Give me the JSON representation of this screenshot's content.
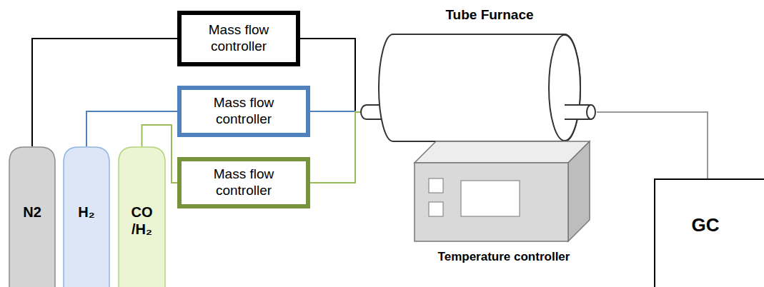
{
  "diagram": {
    "nodes": [
      {
        "text": [
          "Mass flow controller"
        ]
      },
      {
        "text": [
          "Mass flow controller"
        ]
      },
      {
        "text": [
          "Mass flow controller"
        ]
      },
      {
        "text": [
          "Tube Furnace"
        ]
      },
      {
        "text": [
          "Temperature controller"
        ]
      },
      {
        "text": [
          "GC"
        ]
      },
      {
        "text": [
          "N2"
        ]
      },
      {
        "text": [
          "H₂"
        ]
      },
      {
        "text": [
          "CO /H₂"
        ]
      }
    ],
    "edges": [
      {
        "from": 6,
        "to": 0,
        "arrow": "none"
      },
      {
        "from": 7,
        "to": 1,
        "arrow": "none"
      },
      {
        "from": 8,
        "to": 2,
        "arrow": "none"
      },
      {
        "from": 0,
        "to": 3,
        "arrow": "none"
      },
      {
        "from": 1,
        "to": 3,
        "arrow": "none"
      },
      {
        "from": 2,
        "to": 3,
        "arrow": "none"
      },
      {
        "from": 3,
        "to": 5,
        "arrow": "none"
      }
    ]
  }
}
